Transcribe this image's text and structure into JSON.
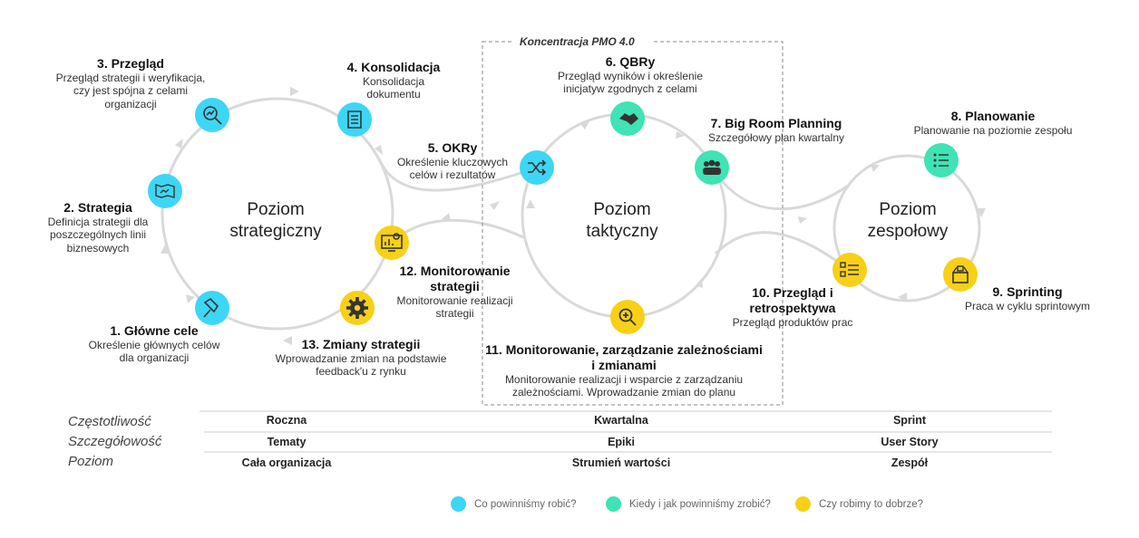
{
  "colors": {
    "cyan": "#3ed6f5",
    "mint": "#3fe3b4",
    "yellow": "#f7d017",
    "line": "#d9d9d9",
    "icon": "#333333"
  },
  "pmo_label": "Koncentracja  PMO 4.0",
  "cycles": [
    {
      "key": "strategic",
      "title_line1": "Poziom",
      "title_line2": "strategiczny"
    },
    {
      "key": "tactical",
      "title_line1": "Poziom",
      "title_line2": "taktyczny"
    },
    {
      "key": "team",
      "title_line1": "Poziom",
      "title_line2": "zespołowy"
    }
  ],
  "nodes": [
    {
      "title": "1. Główne cele",
      "desc": "Określenie  głównych celów dla organizacji",
      "color": "cyan",
      "icon": "pin-icon"
    },
    {
      "title": "2. Strategia",
      "desc": "Definicja  strategii dla poszczególnych  linii biznesowych",
      "color": "cyan",
      "icon": "map-icon"
    },
    {
      "title": "3. Przegląd",
      "desc": "Przegląd  strategii i weryfikacja,  czy jest spójna z celami  organizacji",
      "color": "cyan",
      "icon": "analytics-search-icon"
    },
    {
      "title": "4. Konsolidacja",
      "desc": "Konsolidacja dokumentu",
      "color": "cyan",
      "icon": "clipboard-icon"
    },
    {
      "title": "5. OKRy",
      "desc": "Określenie  kluczowych celów i rezultatów",
      "color": "cyan",
      "icon": "shuffle-icon"
    },
    {
      "title": "6. QBRy",
      "desc": "Przegląd  wyników i określenie inicjatyw  zgodnych z celami",
      "color": "mint",
      "icon": "handshake-icon"
    },
    {
      "title": "7. Big Room Planning",
      "desc": "Szczegółowy  plan kwartalny",
      "color": "mint",
      "icon": "team-icon"
    },
    {
      "title": "8. Planowanie",
      "desc": "Planowanie  na poziomie  zespołu",
      "color": "mint",
      "icon": "list-icon"
    },
    {
      "title": "9. Sprinting",
      "desc": "Praca  w cyklu sprintowym",
      "color": "yellow",
      "icon": "box-icon"
    },
    {
      "title": "10. Przegląd i retrospektywa",
      "desc": "Przegląd  produktów prac",
      "color": "yellow",
      "icon": "checklist-icon"
    },
    {
      "title": "11. Monitorowanie, zarządzanie zależnościami i zmianami",
      "desc": "Monitorowanie  realizacji  i wsparcie  z zarządzaniu zależnościami.  Wprowadzanie  zmian do planu",
      "color": "yellow",
      "icon": "zoom-icon"
    },
    {
      "title": "12. Monitorowanie strategii",
      "desc": "Monitorowanie  realizacji strategii",
      "color": "yellow",
      "icon": "dashboard-icon"
    },
    {
      "title": "13. Zmiany strategii",
      "desc": "Wprowadzanie  zmian na podstawie feedback'u  z rynku",
      "color": "yellow",
      "icon": "gear-icon"
    }
  ],
  "table": {
    "rows": [
      {
        "label": "Częstotliwość",
        "values": [
          "Roczna",
          "Kwartalna",
          "Sprint"
        ]
      },
      {
        "label": "Szczegółowość",
        "values": [
          "Tematy",
          "Epiki",
          "User Story"
        ]
      },
      {
        "label": "Poziom",
        "values": [
          "Cała organizacja",
          "Strumień wartości",
          "Zespół"
        ]
      }
    ]
  },
  "legend": [
    {
      "color": "cyan",
      "text": "Co powinniśmy robić?"
    },
    {
      "color": "mint",
      "text": "Kiedy i jak powinniśmy zrobić?"
    },
    {
      "color": "yellow",
      "text": "Czy robimy to dobrze?"
    }
  ]
}
